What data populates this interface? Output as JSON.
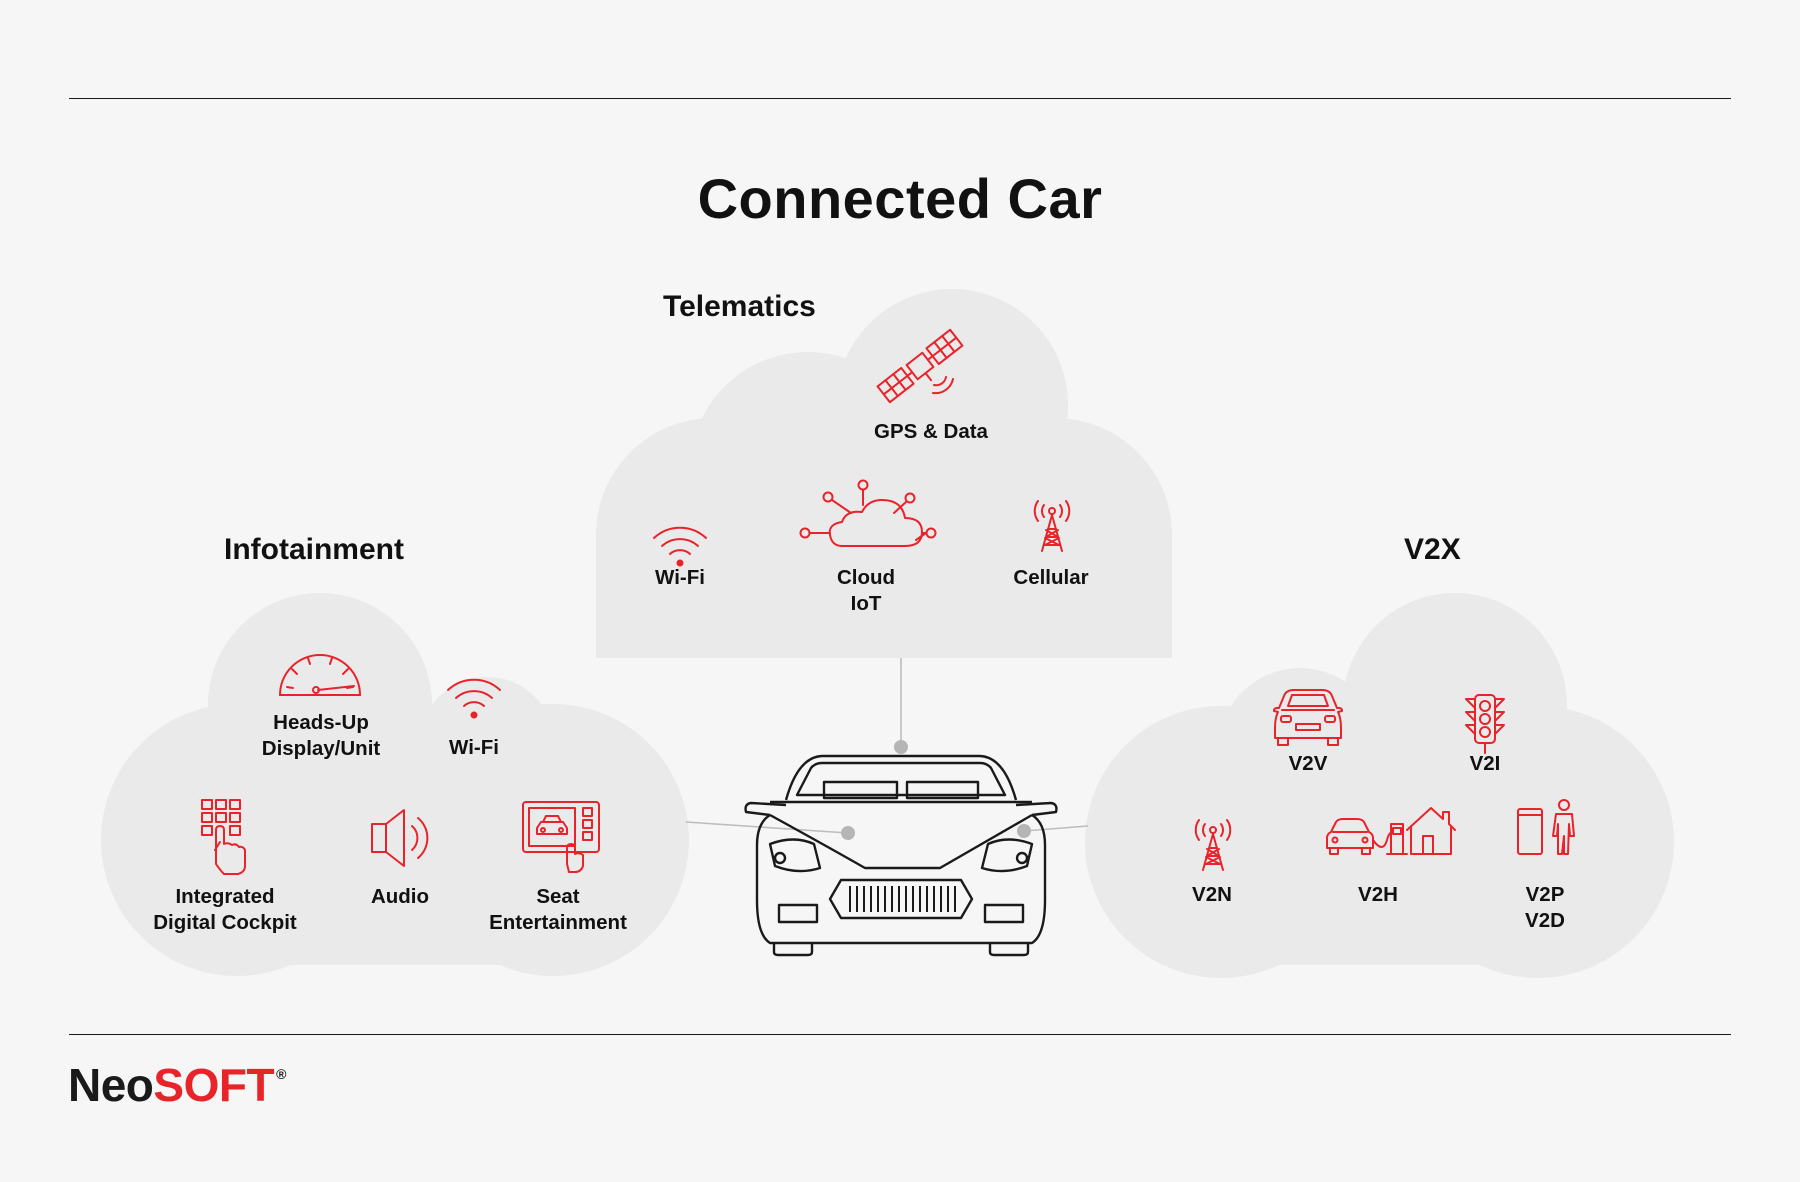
{
  "title": "Connected Car",
  "colors": {
    "accent": "#e8232a",
    "cloud": "#eaeaea",
    "background": "#f6f6f6",
    "ink": "#1a1a1a"
  },
  "telematics": {
    "title": "Telematics",
    "items": [
      {
        "label": "GPS & Data",
        "icon": "satellite-icon"
      },
      {
        "label": "Wi-Fi",
        "icon": "wifi-icon"
      },
      {
        "label_lines": [
          "Cloud",
          "IoT"
        ],
        "icon": "cloud-iot-icon"
      },
      {
        "label": "Cellular",
        "icon": "cell-tower-icon"
      }
    ]
  },
  "infotainment": {
    "title": "Infotainment",
    "items": [
      {
        "label_lines": [
          "Heads-Up",
          "Display/Unit"
        ],
        "icon": "speedometer-icon"
      },
      {
        "label": "Wi-Fi",
        "icon": "wifi-icon"
      },
      {
        "label_lines": [
          "Integrated",
          "Digital Cockpit"
        ],
        "icon": "touch-keypad-icon"
      },
      {
        "label": "Audio",
        "icon": "speaker-icon"
      },
      {
        "label_lines": [
          "Seat",
          "Entertainment"
        ],
        "icon": "seat-screen-icon"
      }
    ]
  },
  "v2x": {
    "title": "V2X",
    "items": [
      {
        "label": "V2V",
        "icon": "car-icon"
      },
      {
        "label": "V2I",
        "icon": "traffic-light-icon"
      },
      {
        "label": "V2N",
        "icon": "cell-tower-icon"
      },
      {
        "label": "V2H",
        "icon": "car-charging-home-icon"
      },
      {
        "label_lines": [
          "V2P",
          "V2D"
        ],
        "icon": "pedestrian-device-icon"
      }
    ]
  },
  "brand": {
    "part1": "Neo",
    "part2": "SOFT",
    "mark": "®"
  }
}
